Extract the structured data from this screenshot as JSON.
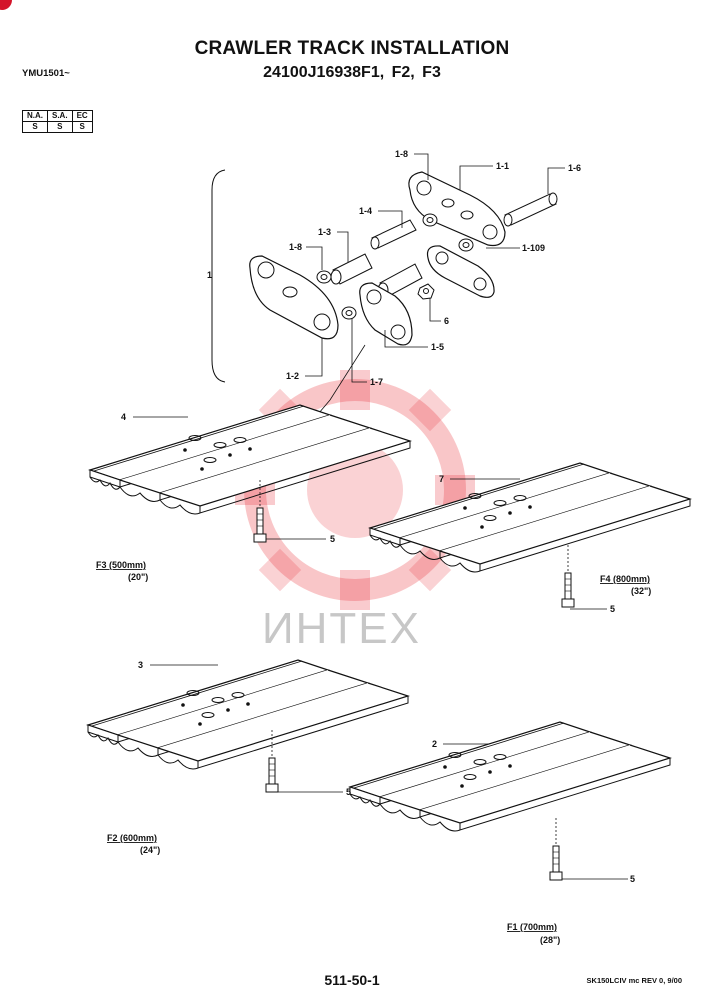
{
  "header": {
    "title": "CRAWLER TRACK INSTALLATION",
    "part_number": "24100J16938F1,  F2,  F3",
    "model_code": "YMU1501~"
  },
  "spec_table": {
    "headers": [
      "N.A.",
      "S.A.",
      "EC"
    ],
    "values": [
      "S",
      "S",
      "S"
    ]
  },
  "callouts": {
    "c1": "1",
    "c1_8a": "1-8",
    "c1_1": "1-1",
    "c1_6": "1-6",
    "c1_4": "1-4",
    "c1_3": "1-3",
    "c1_8b": "1-8",
    "c1_109": "1-109",
    "c6": "6",
    "c1_5": "1-5",
    "c1_2": "1-2",
    "c1_7": "1-7",
    "c4": "4",
    "c7": "7",
    "c5a": "5",
    "c5b": "5",
    "c3": "3",
    "c2": "2",
    "c5c": "5",
    "c5d": "5"
  },
  "captions": {
    "f3_label": "F3 (500mm)",
    "f3_inch": "(20\")",
    "f4_label": "F4 (800mm)",
    "f4_inch": "(32\")",
    "f2_label": "F2 (600mm)",
    "f2_inch": "(24\")",
    "f1_label": "F1 (700mm)",
    "f1_inch": "(28\")"
  },
  "watermark": {
    "text": "ИНТЕХ",
    "color": "#e8313a"
  },
  "footer": {
    "page": "511-50-1",
    "revision": "SK150LCIV mc REV 0, 9/00"
  }
}
